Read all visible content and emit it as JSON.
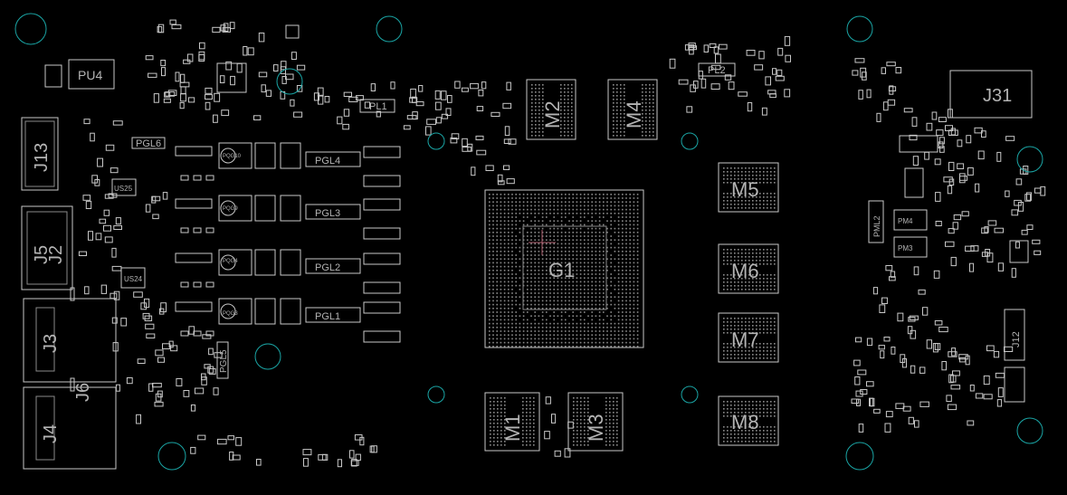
{
  "colors": {
    "background": "#000000",
    "silkscreen": "#c8c8c8",
    "pad": "#8a8a8a",
    "mounting_hole": "#1aa5a5",
    "gpu_marker": "#b06070"
  },
  "gpu": {
    "label": "G1"
  },
  "memory": [
    {
      "label": "M1"
    },
    {
      "label": "M2"
    },
    {
      "label": "M3"
    },
    {
      "label": "M4"
    },
    {
      "label": "M5"
    },
    {
      "label": "M6"
    },
    {
      "label": "M7"
    },
    {
      "label": "M8"
    }
  ],
  "connectors": {
    "j13": "J13",
    "j5": "J5",
    "j2": "J2",
    "j3": "J3",
    "j4": "J4",
    "j6": "J6",
    "j12": "J12",
    "j31": "J31"
  },
  "inductors": {
    "pgl6": "PGL6",
    "pgl4": "PGL4",
    "pgl3": "PGL3",
    "pgl2": "PGL2",
    "pgl1": "PGL1",
    "pgl5": "PGL5",
    "pl1": "PL1",
    "pl2": "PL2",
    "pml2": "PML2"
  },
  "ics": {
    "pu4": "PU4",
    "us25": "US25",
    "us24": "US24",
    "pm4": "PM4",
    "pm3": "PM3"
  },
  "mosfets": {
    "pq01": "PQG10",
    "pq02": "PQG9",
    "pq03": "PQG4",
    "pq04": "PQG3"
  }
}
